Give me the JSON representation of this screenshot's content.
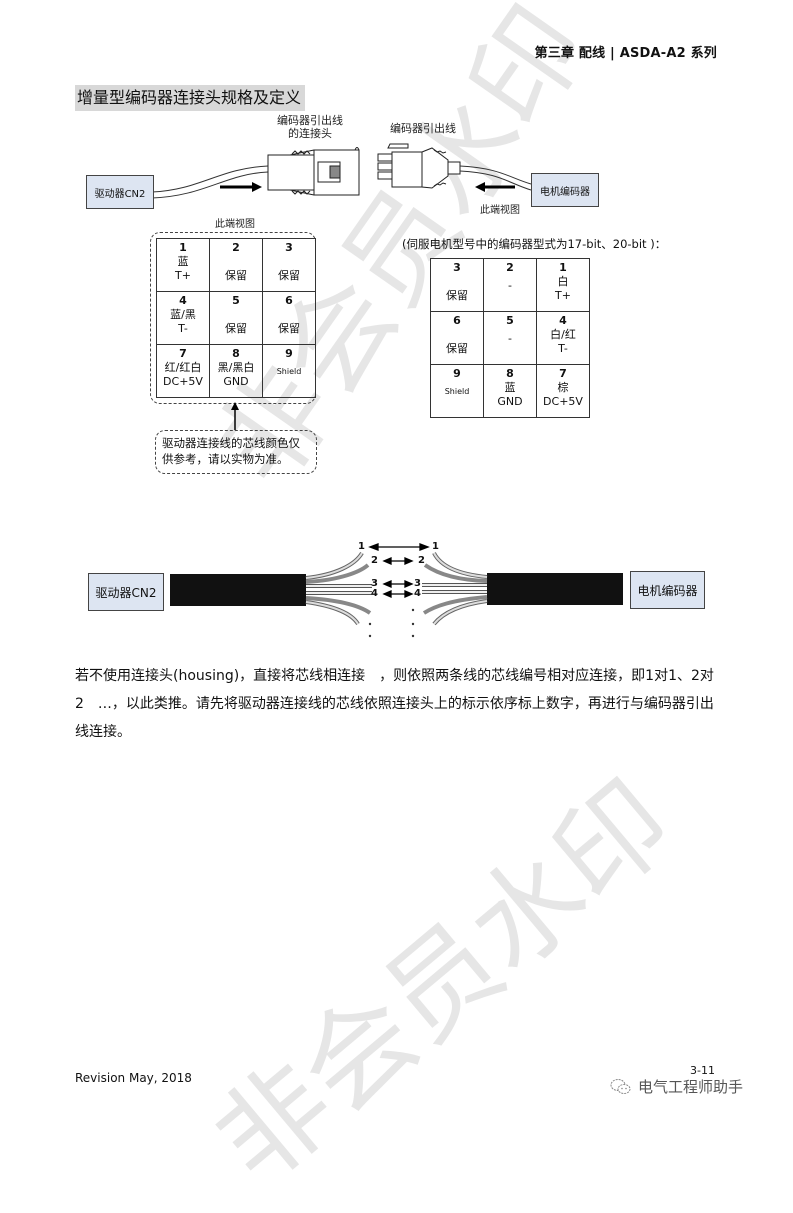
{
  "header": {
    "title": "第三章 配线 | ASDA-A2 系列"
  },
  "section": {
    "title": "增量型编码器连接头规格及定义"
  },
  "diagram1": {
    "connector_label_line1": "编码器引出线",
    "connector_label_line2": "的连接头",
    "lead_label": "编码器引出线",
    "drive_box": "驱动器CN2",
    "encoder_box": "电机编码器",
    "view_label_left": "此端视图",
    "view_label_right": "此端视图"
  },
  "left_table": {
    "rows": [
      [
        {
          "num": "1",
          "color": "蓝",
          "signal": "T+"
        },
        {
          "num": "2",
          "color": "",
          "signal": "保留"
        },
        {
          "num": "3",
          "color": "",
          "signal": "保留"
        }
      ],
      [
        {
          "num": "4",
          "color": "蓝/黑",
          "signal": "T-"
        },
        {
          "num": "5",
          "color": "",
          "signal": "保留"
        },
        {
          "num": "6",
          "color": "",
          "signal": "保留"
        }
      ],
      [
        {
          "num": "7",
          "color": "红/红白",
          "signal": "DC+5V"
        },
        {
          "num": "8",
          "color": "黑/黑白",
          "signal": "GND"
        },
        {
          "num": "9",
          "color": "",
          "signal": "Shield"
        }
      ]
    ],
    "note_line1": "驱动器连接线的芯线颜色仅",
    "note_line2": "供参考，请以实物为准。"
  },
  "right_table": {
    "caption": "(伺服电机型号中的编码器型式为17-bit、20-bit )：",
    "rows": [
      [
        {
          "num": "3",
          "color": "",
          "signal": "保留"
        },
        {
          "num": "2",
          "color": "",
          "signal": "-"
        },
        {
          "num": "1",
          "color": "白",
          "signal": "T+"
        }
      ],
      [
        {
          "num": "6",
          "color": "",
          "signal": "保留"
        },
        {
          "num": "5",
          "color": "",
          "signal": "-"
        },
        {
          "num": "4",
          "color": "白/红",
          "signal": "T-"
        }
      ],
      [
        {
          "num": "9",
          "color": "",
          "signal": "Shield"
        },
        {
          "num": "8",
          "color": "蓝",
          "signal": "GND"
        },
        {
          "num": "7",
          "color": "棕",
          "signal": "DC+5V"
        }
      ]
    ]
  },
  "diagram2": {
    "drive_box": "驱动器CN2",
    "encoder_box": "电机编码器",
    "wire_numbers": [
      "1",
      "2",
      "3",
      "4"
    ],
    "ellipsis": "·"
  },
  "body": {
    "paragraph": "若不使用连接头(housing)，直接将芯线相连接　，则依照两条线的芯线编号相对应连接，即1对1、2对2　…，以此类推。请先将驱动器连接线的芯线依照连接头上的标示依序标上数字，再进行与编码器引出线连接。"
  },
  "footer": {
    "revision": "Revision May, 2018",
    "page": "3-11",
    "brand": "电气工程师助手"
  },
  "watermark": {
    "text": "非会员水印"
  }
}
